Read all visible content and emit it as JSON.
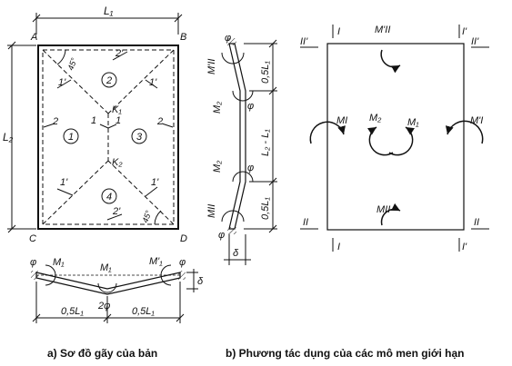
{
  "left": {
    "corners": {
      "A": "A",
      "B": "B",
      "C": "C",
      "D": "D"
    },
    "L1": "L₁",
    "L2": "L₂",
    "K1": "K₁",
    "K2": "K₂",
    "angle_top": "45°",
    "angle_bottom": "45°",
    "line_labels": {
      "top2p": "2'",
      "bot2p": "2'",
      "tl1p": "1'",
      "tr1p": "1'",
      "bl1p": "1'",
      "br1p": "1'",
      "l2": "2",
      "r2": "2",
      "c1a": "1",
      "c1b": "1"
    },
    "regions": {
      "r1": "1",
      "r2": "2",
      "r3": "3",
      "r4": "4"
    }
  },
  "bottom_section": {
    "phi_left": "φ",
    "phi_right": "φ",
    "M1_left": "M₁",
    "M1_mid": "M₁",
    "M1p_right": "M'₁",
    "two_phi": "2φ",
    "delta": "δ",
    "dim_left": "0,5L₁",
    "dim_right": "0,5L₁"
  },
  "side_section": {
    "phi_top": "φ",
    "phi_mid_top": "φ",
    "phi_mid_bot": "φ",
    "phi_bot": "φ",
    "MII_top": "M'II",
    "M2_top": "M₂",
    "M2_bot": "M₂",
    "MII_bot": "MII",
    "dim_top": "0,5L₁",
    "dim_mid": "L₂ - L₁",
    "dim_bot": "0,5L₁",
    "delta": "δ"
  },
  "right": {
    "I_top": "I",
    "Ip_top": "I'",
    "I_bot": "I",
    "Ip_bot": "I'",
    "IIp_left": "II'",
    "IIp_right": "II'",
    "II_left": "II",
    "II_right": "II",
    "M_IIp_top": "M'II",
    "M_II_bot": "MII",
    "M_I_left": "MI",
    "M_Ip_right": "M'I",
    "M2_center": "M₂",
    "M1_center": "M₁"
  },
  "captions": {
    "a": "a) Sơ đồ gãy của bản",
    "b": "b) Phương tác dụng của các mô men giới hạn"
  }
}
